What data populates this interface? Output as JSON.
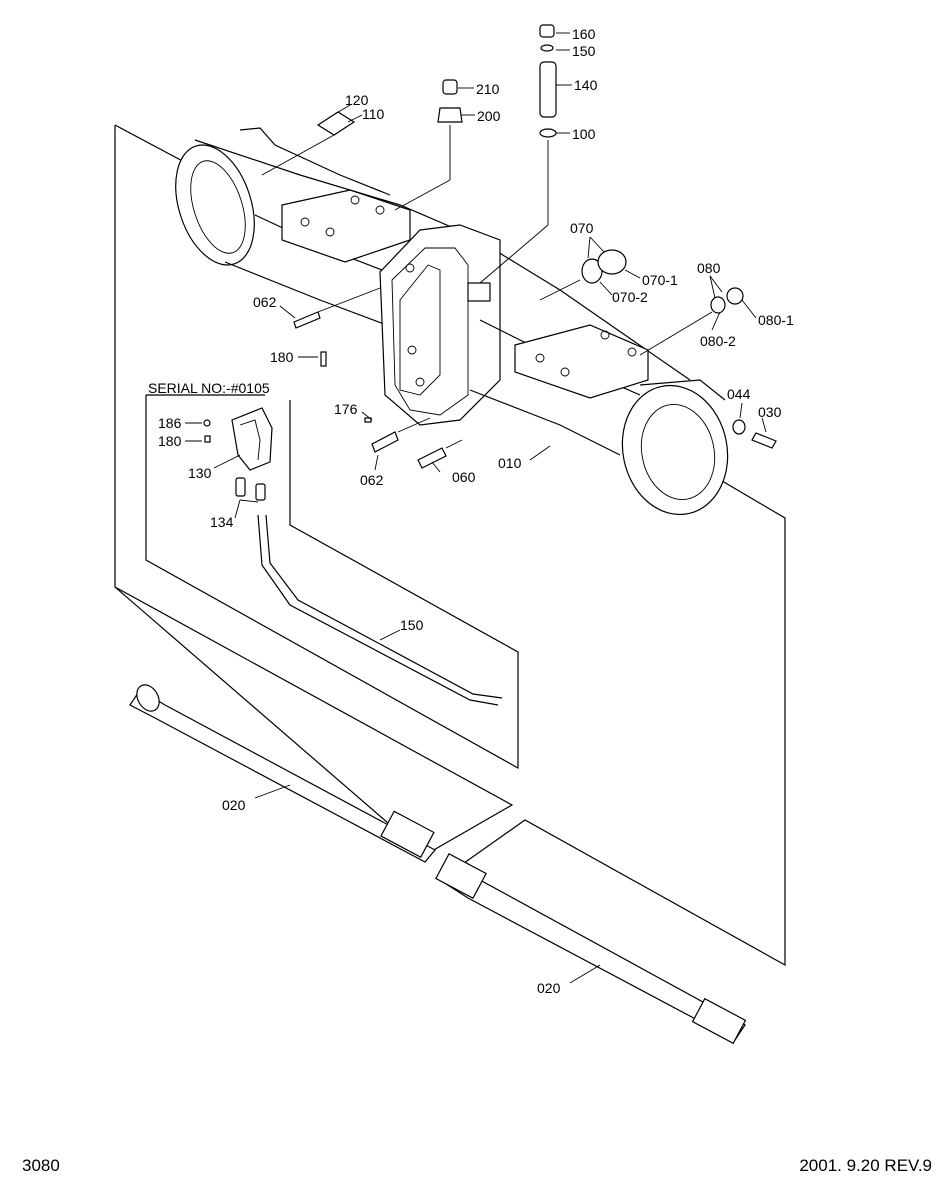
{
  "serial_note": "SERIAL NO:-#0105",
  "footer": {
    "page_code": "3080",
    "revision": "2001. 9.20  REV.9"
  },
  "callouts": {
    "c160": "160",
    "c150_top": "150",
    "c140": "140",
    "c100": "100",
    "c210": "210",
    "c200": "200",
    "c120": "120",
    "c110": "110",
    "c070": "070",
    "c070_1": "070-1",
    "c070_2": "070-2",
    "c080": "080",
    "c080_1": "080-1",
    "c080_2": "080-2",
    "c062_top": "062",
    "c180_top": "180",
    "c186": "186",
    "c180_inset": "180",
    "c130": "130",
    "c134": "134",
    "c176": "176",
    "c062_bottom": "062",
    "c060": "060",
    "c010": "010",
    "c044": "044",
    "c030": "030",
    "c150_pipe": "150",
    "c020_upper": "020",
    "c020_lower": "020"
  }
}
